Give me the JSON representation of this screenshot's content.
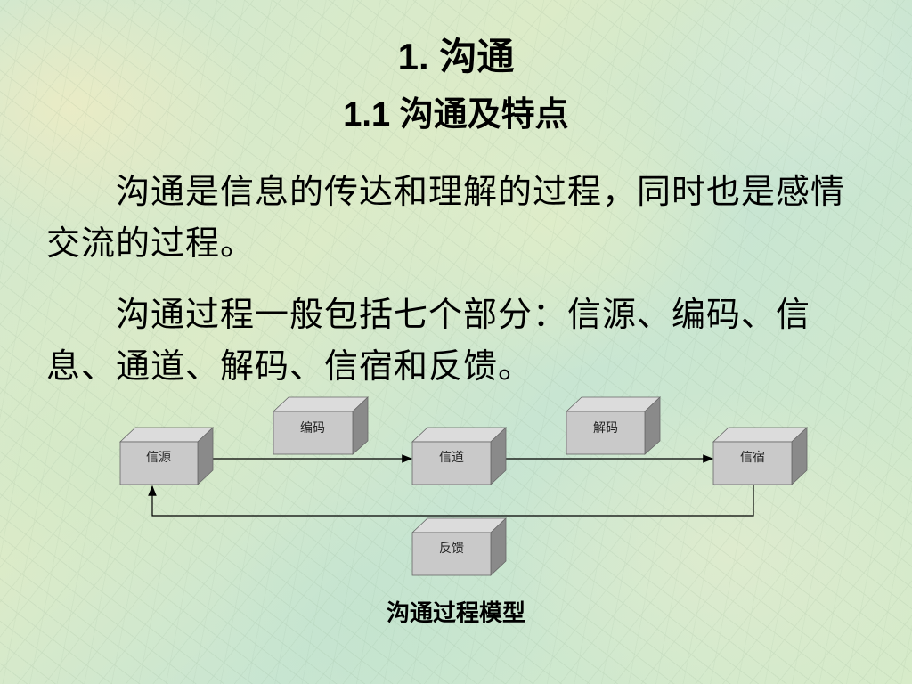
{
  "slide": {
    "title": "1. 沟通",
    "subtitle": "1.1 沟通及特点",
    "paragraph1": "　　沟通是信息的传达和理解的过程，同时也是感情交流的过程。",
    "paragraph2": "　　沟通过程一般包括七个部分：信源、编码、信息、通道、解码、信宿和反馈。"
  },
  "diagram": {
    "nodes": {
      "source": "信源",
      "encode": "编码",
      "channel": "信道",
      "decode": "解码",
      "receiver": "信宿",
      "feedback": "反馈"
    },
    "caption": "沟通过程模型"
  },
  "colors": {
    "box_front": "#c9c9c9",
    "box_top": "#dcdcdc",
    "box_side": "#8a8a8a",
    "arrow": "#000000"
  }
}
